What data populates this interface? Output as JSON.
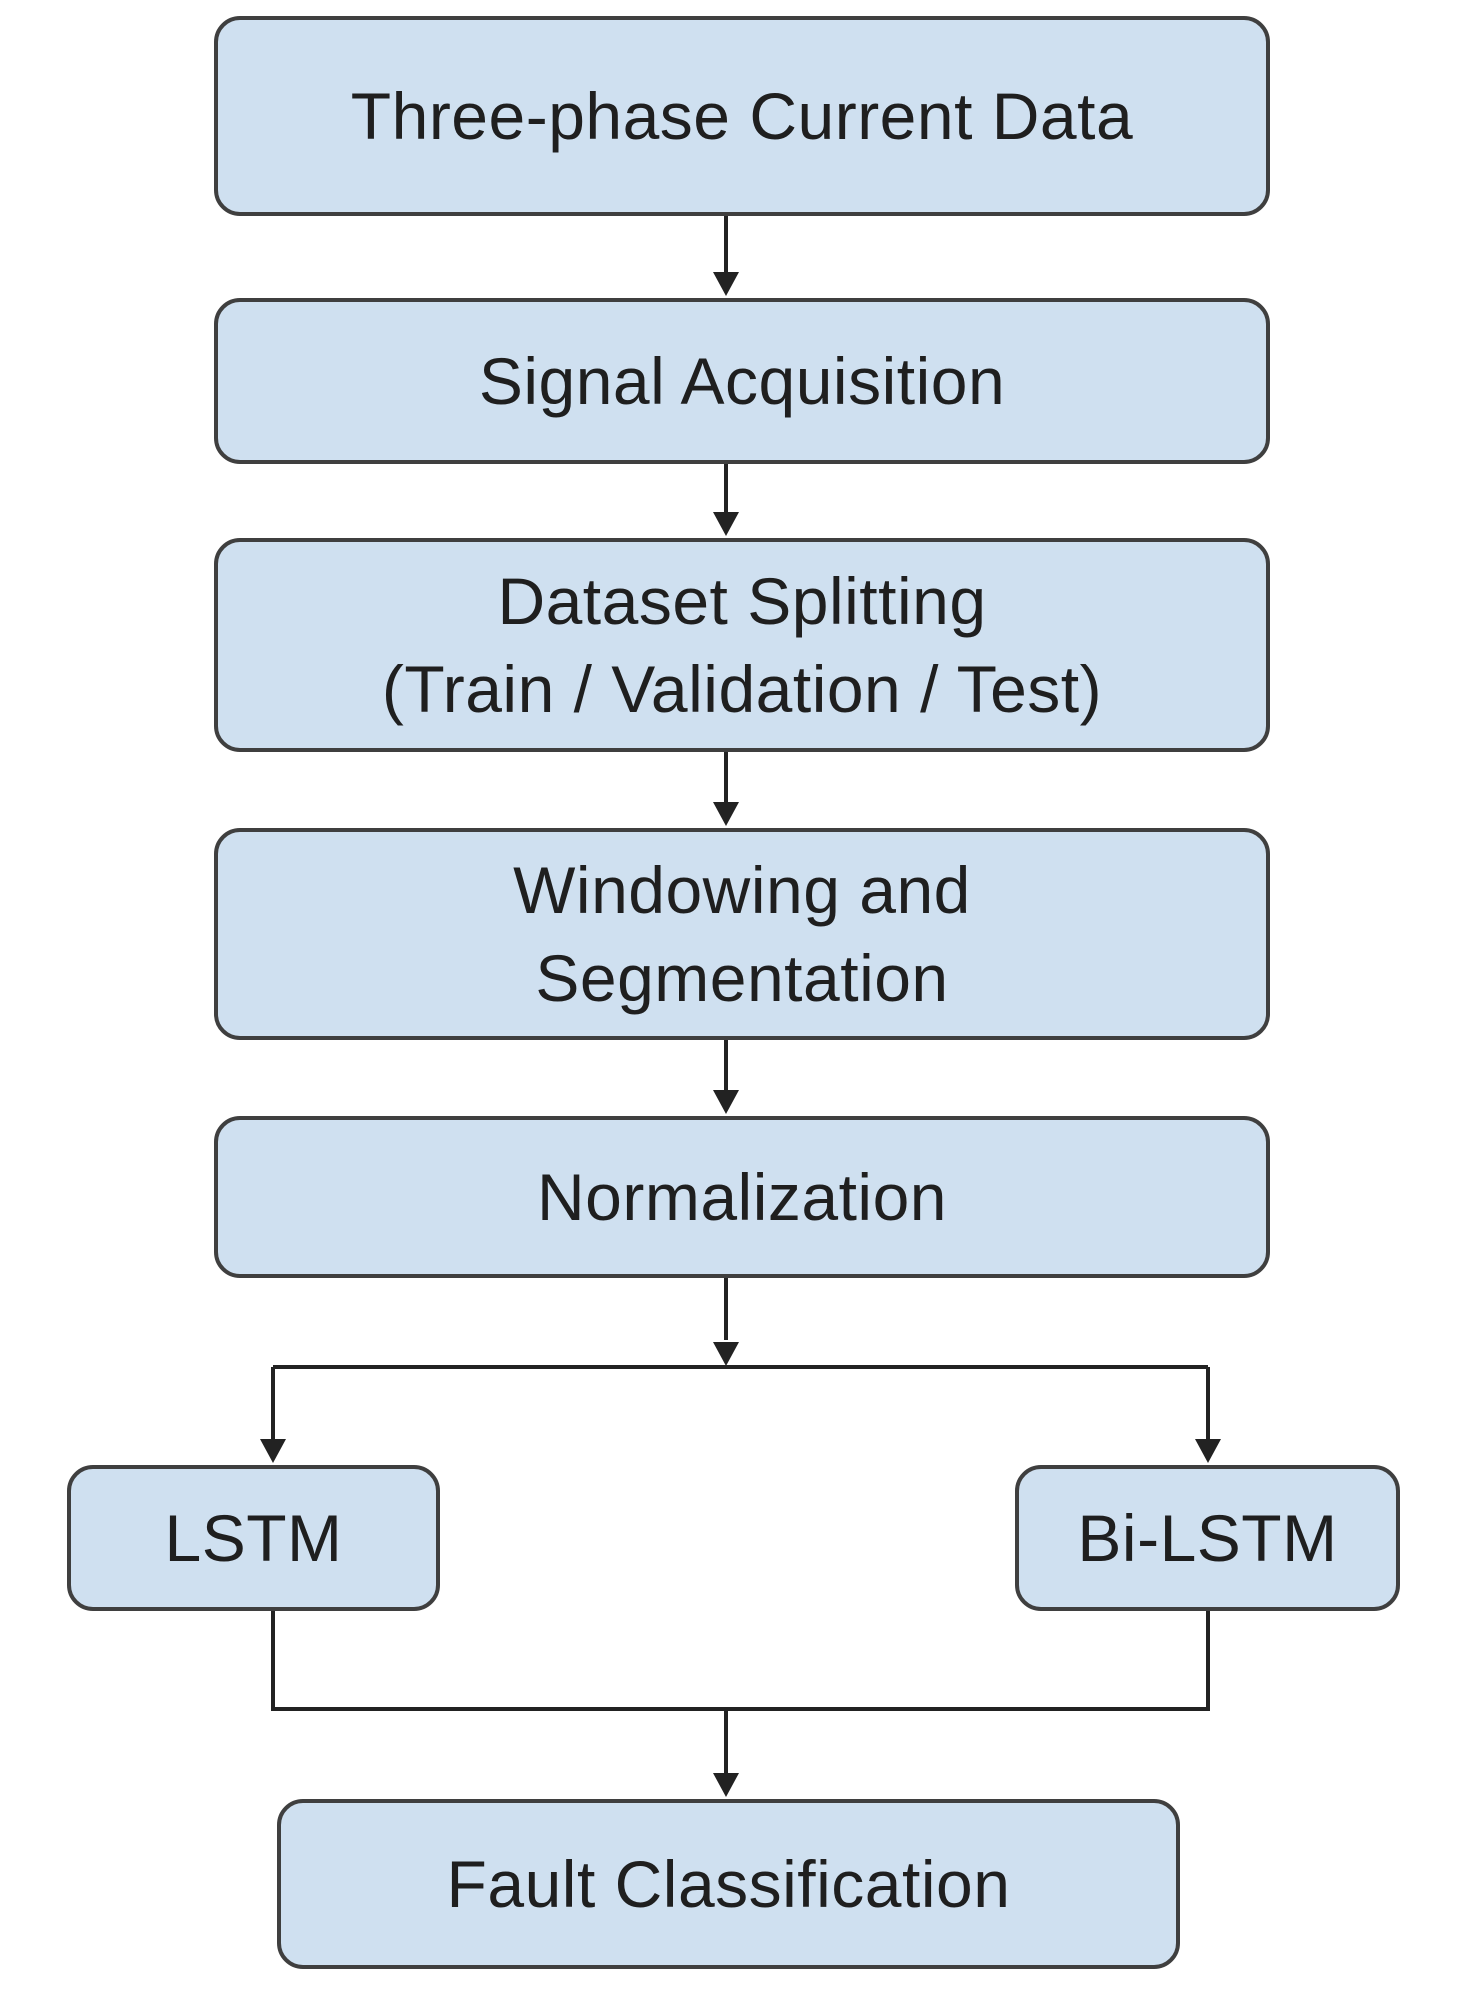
{
  "diagram": {
    "nodes": [
      {
        "id": "three-phase-current-data",
        "lines": [
          "Three-phase Current Data"
        ]
      },
      {
        "id": "signal-acquisition",
        "lines": [
          "Signal Acquisition"
        ]
      },
      {
        "id": "dataset-splitting",
        "lines": [
          "Dataset Splitting",
          "(Train / Validation / Test)"
        ]
      },
      {
        "id": "windowing-and-segmentation",
        "lines": [
          "Windowing and",
          "Segmentation"
        ]
      },
      {
        "id": "normalization",
        "lines": [
          "Normalization"
        ]
      },
      {
        "id": "lstm",
        "lines": [
          "LSTM"
        ]
      },
      {
        "id": "bi-lstm",
        "lines": [
          "Bi-LSTM"
        ]
      },
      {
        "id": "fault-classification",
        "lines": [
          "Fault Classification"
        ]
      }
    ],
    "edges": [
      {
        "from": "three-phase-current-data",
        "to": "signal-acquisition"
      },
      {
        "from": "signal-acquisition",
        "to": "dataset-splitting"
      },
      {
        "from": "dataset-splitting",
        "to": "windowing-and-segmentation"
      },
      {
        "from": "windowing-and-segmentation",
        "to": "normalization"
      },
      {
        "from": "normalization",
        "to": "lstm"
      },
      {
        "from": "normalization",
        "to": "bi-lstm"
      },
      {
        "from": "lstm",
        "to": "fault-classification"
      },
      {
        "from": "bi-lstm",
        "to": "fault-classification"
      }
    ],
    "colors": {
      "box_fill": "#cfe0f0",
      "box_border": "#3f3f3f",
      "connector": "#222222",
      "text": "#1f1f1f"
    }
  }
}
